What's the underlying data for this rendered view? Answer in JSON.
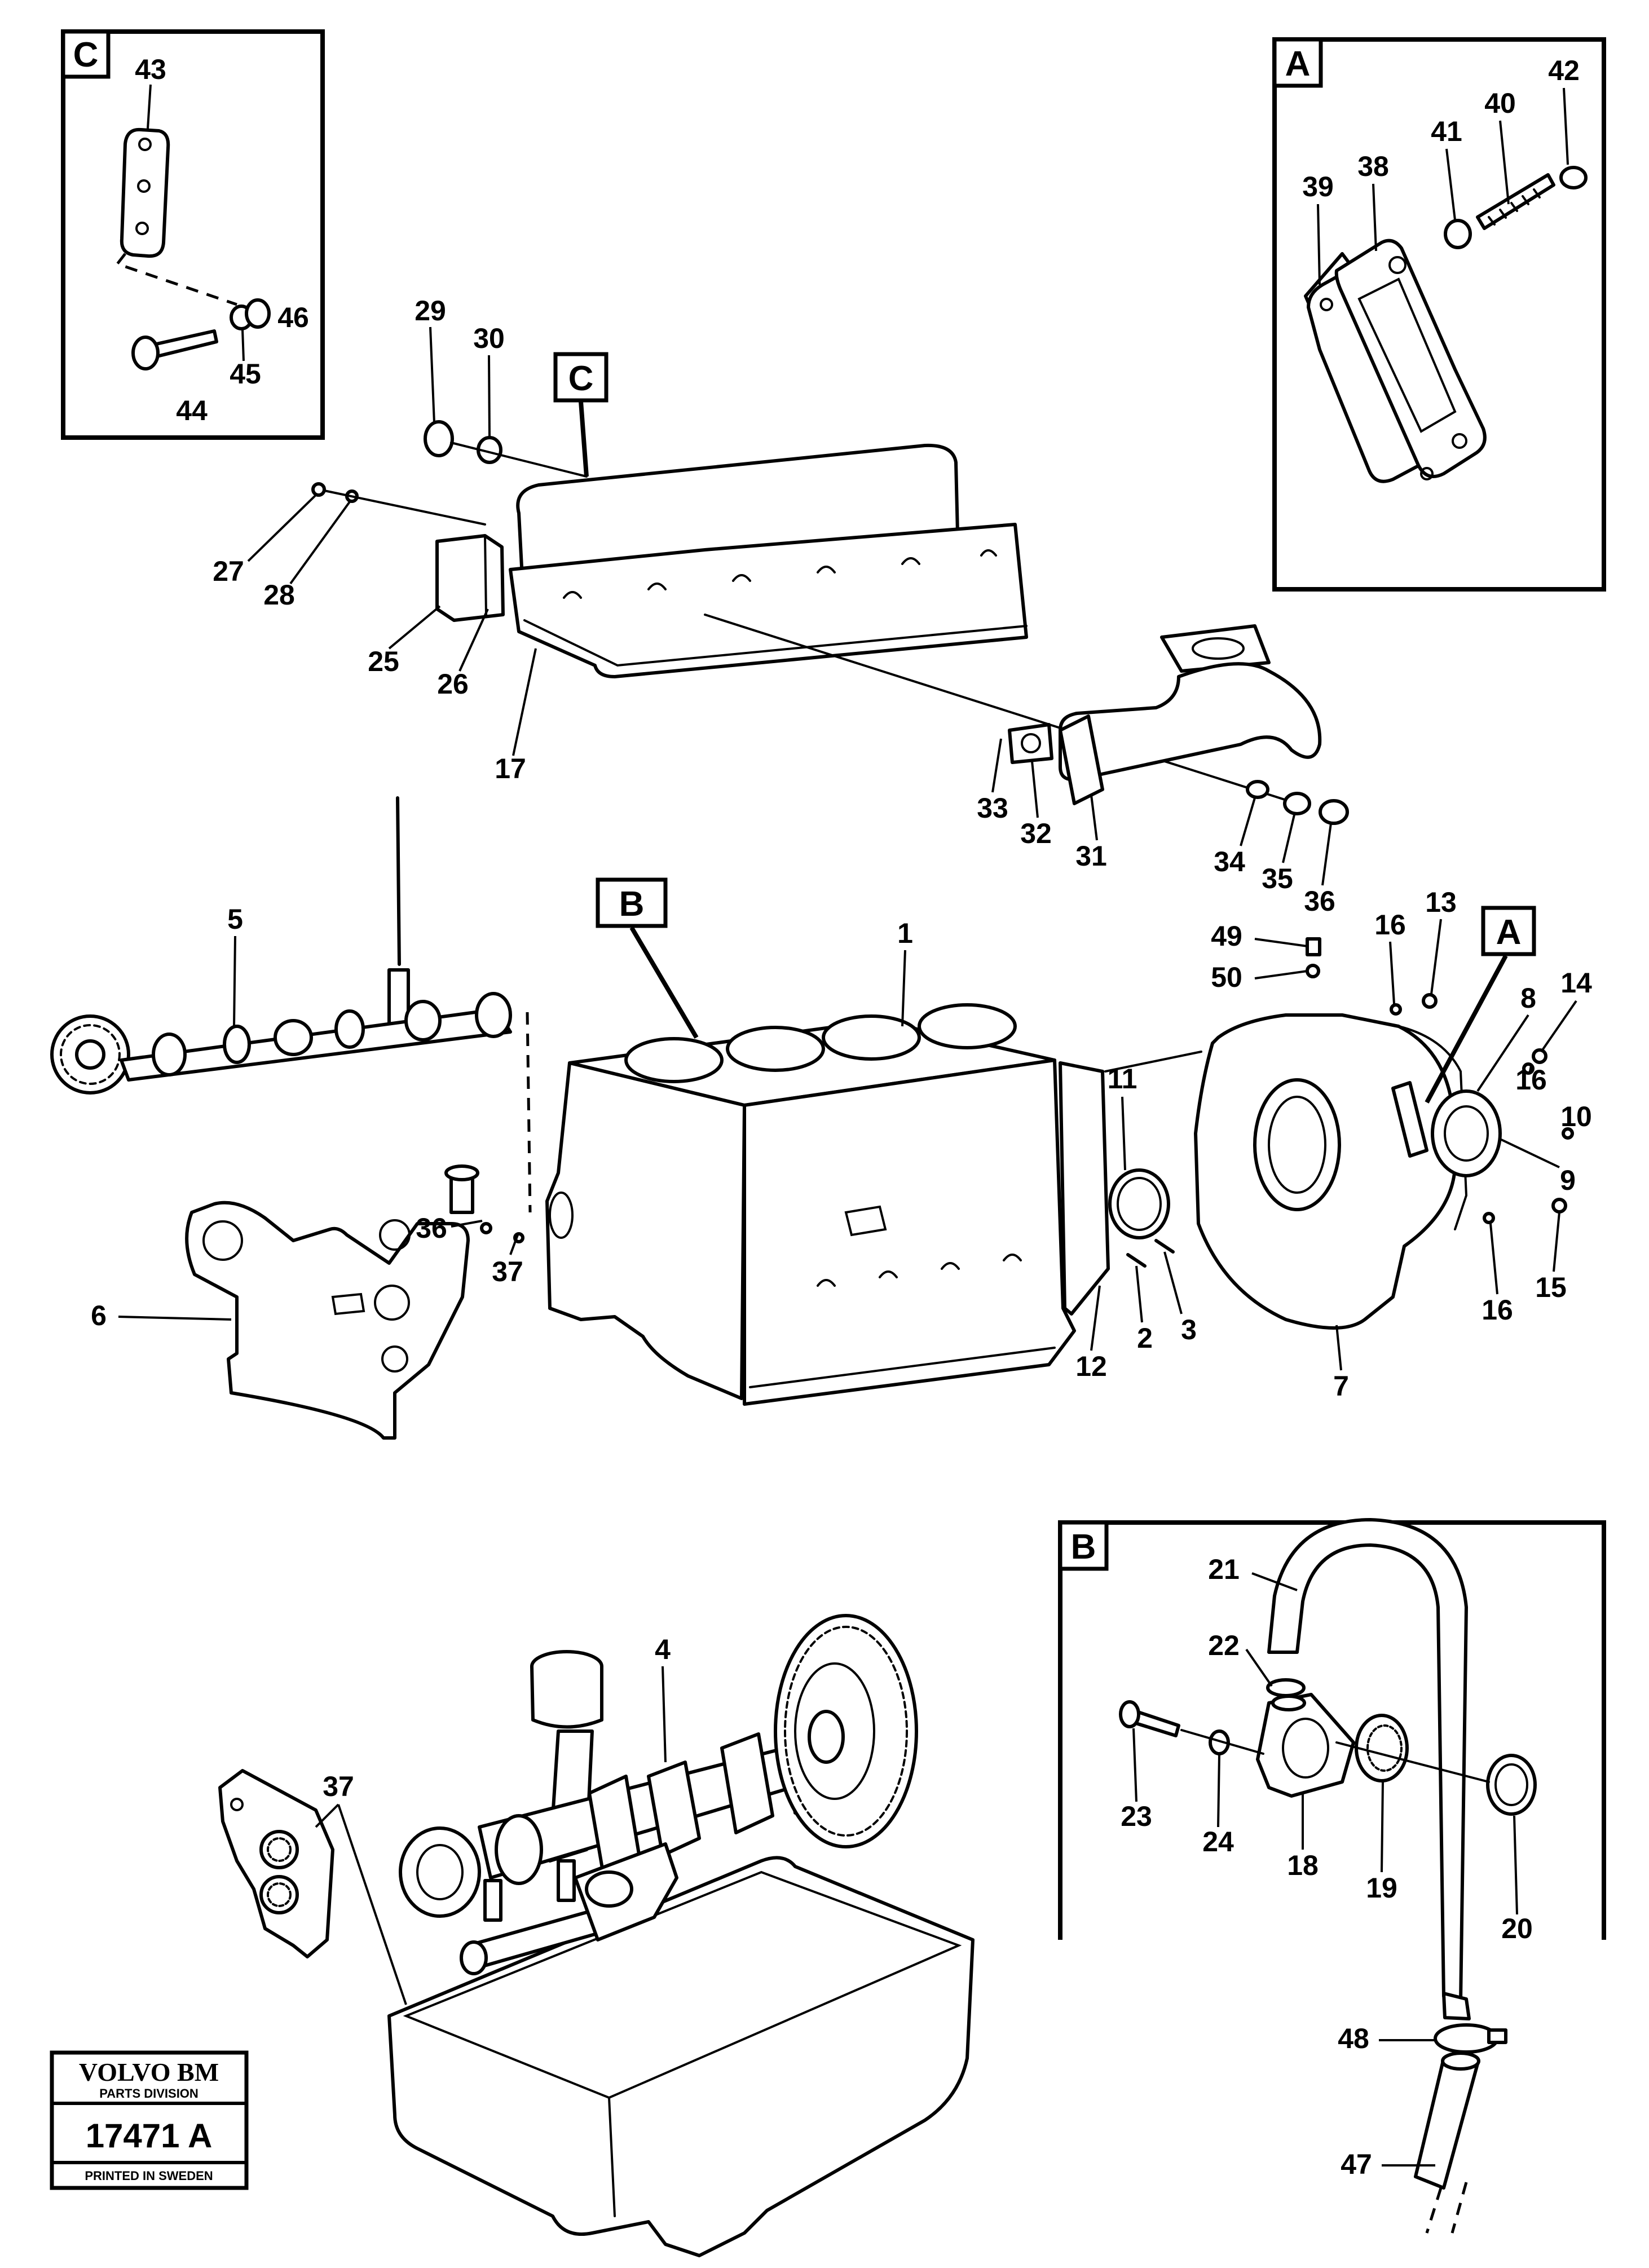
{
  "logo": {
    "brand": "VOLVO BM",
    "division": "PARTS DIVISION",
    "number": "17471 A",
    "printed": "PRINTED IN SWEDEN"
  },
  "detail_tags": {
    "A": "A",
    "B": "B",
    "C": "C"
  },
  "callouts": {
    "n1": "1",
    "n2": "2",
    "n3": "3",
    "n4": "4",
    "n5": "5",
    "n6": "6",
    "n7": "7",
    "n8": "8",
    "n9": "9",
    "n10": "10",
    "n11": "11",
    "n12": "12",
    "n13": "13",
    "n14": "14",
    "n15": "15",
    "n16a": "16",
    "n16b": "16",
    "n16c": "16",
    "n17": "17",
    "n18": "18",
    "n19": "19",
    "n20": "20",
    "n21": "21",
    "n22": "22",
    "n23": "23",
    "n24": "24",
    "n25": "25",
    "n26": "26",
    "n27": "27",
    "n28": "28",
    "n29": "29",
    "n30": "30",
    "n31": "31",
    "n32": "32",
    "n33": "33",
    "n34": "34",
    "n35": "35",
    "n36a": "36",
    "n36b": "36",
    "n37a": "37",
    "n37b": "37",
    "n38": "38",
    "n39": "39",
    "n40": "40",
    "n41": "41",
    "n42": "42",
    "n43": "43",
    "n44": "44",
    "n45": "45",
    "n46": "46",
    "n47": "47",
    "n48": "48",
    "n49": "49",
    "n50": "50"
  }
}
